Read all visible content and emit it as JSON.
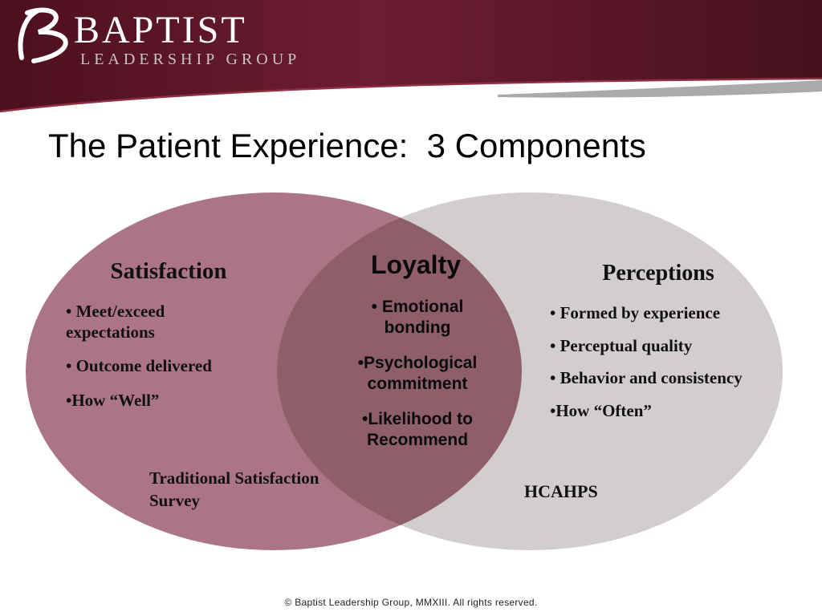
{
  "header": {
    "brand": "BAPTIST",
    "brand_sub": "LEADERSHIP GROUP",
    "colors": {
      "banner_dark": "#45101e",
      "banner_mid": "#6d1d31",
      "accent_line": "#8f2f44",
      "gray_wedge": "#9b9b9b"
    }
  },
  "slide": {
    "title": "The Patient Experience:  3 Components",
    "footer": "© Baptist Leadership Group, MMXIII.  All rights reserved."
  },
  "venn": {
    "left": {
      "heading": "Satisfaction",
      "color": "#ac7585",
      "bullets": [
        "• Meet/exceed expectations",
        "• Outcome delivered",
        "•How “Well”"
      ],
      "caption": "Traditional Satisfaction Survey"
    },
    "middle": {
      "heading": "Loyalty",
      "overlap_color": "#8d515e",
      "bullets": [
        "• Emotional bonding",
        "•Psychological commitment",
        "•Likelihood to Recommend"
      ]
    },
    "right": {
      "heading": "Perceptions",
      "color": "#d2cecd",
      "bullets": [
        "• Formed by experience",
        "• Perceptual quality",
        "• Behavior and consistency",
        "•How “Often”"
      ],
      "caption": "HCAHPS"
    }
  }
}
